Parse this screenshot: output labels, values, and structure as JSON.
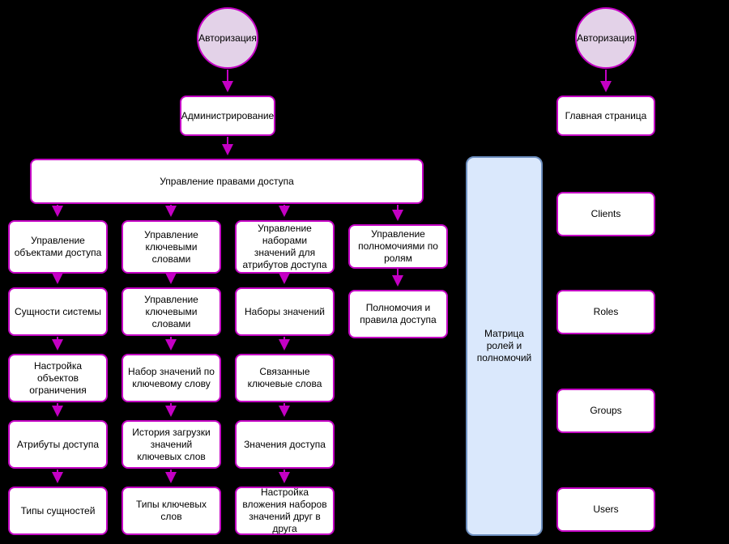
{
  "colors": {
    "background": "#000000",
    "node_border": "#c400c4",
    "arrow": "#c400c4",
    "circle_fill": "#e3d2e8",
    "matrix_fill": "#dae8fc",
    "matrix_border": "#6c8ebf",
    "box_fill": "#ffffff"
  },
  "flowchart": {
    "left": {
      "start_circle": "Авторизация",
      "admin": "Администрирование",
      "root": "Управление правами доступа",
      "col1": [
        "Управление объектами доступа",
        "Сущности системы",
        "Настройка объектов ограничения",
        "Атрибуты доступа",
        "Типы сущностей"
      ],
      "col2": [
        "Управление ключевыми словами",
        "Управление ключевыми словами",
        "Набор значений по ключевому слову",
        "История загрузки значений ключевых слов",
        "Типы ключевых слов"
      ],
      "col3": [
        "Управление наборами значений для атрибутов доступа",
        "Наборы значений",
        "Связанные ключевые слова",
        "Значения доступа",
        "Настройка вложения наборов значений друг в друга"
      ],
      "col4": [
        "Управление полномочиями по ролям",
        "Полномочия и правила доступа"
      ]
    },
    "matrix": "Матрица ролей и полномочий",
    "right": {
      "start_circle": "Авторизация",
      "items": [
        "Главная страница",
        "Clients",
        "Roles",
        "Groups",
        "Users"
      ]
    }
  }
}
